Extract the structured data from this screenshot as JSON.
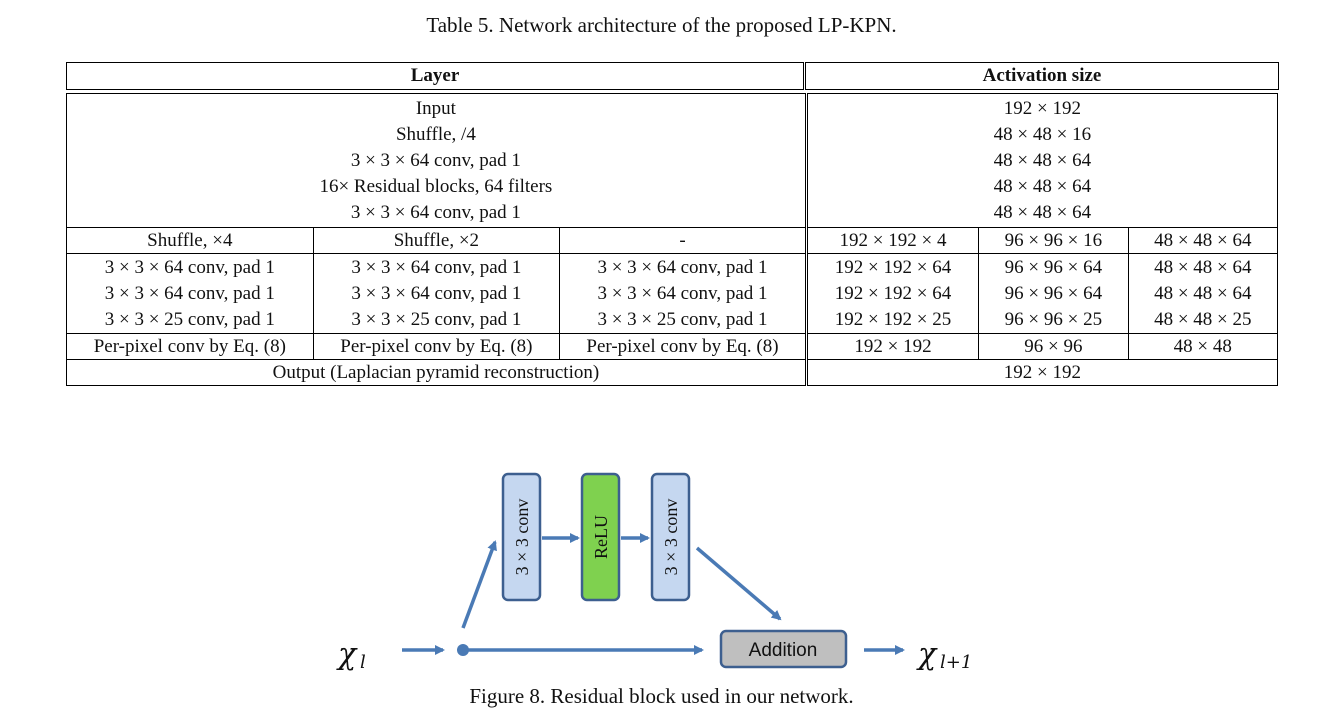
{
  "table": {
    "caption": "Table 5. Network architecture of the proposed LP-KPN.",
    "headers": {
      "layer": "Layer",
      "activation": "Activation size"
    },
    "shared_rows": [
      {
        "layer": "Input",
        "activation": "192 × 192"
      },
      {
        "layer": "Shuffle, /4",
        "activation": "48 × 48 × 16"
      },
      {
        "layer": "3 × 3 × 64 conv, pad 1",
        "activation": "48 × 48 × 64"
      },
      {
        "layer": "16× Residual blocks, 64 filters",
        "activation": "48 × 48 × 64"
      },
      {
        "layer": "3 × 3 × 64 conv, pad 1",
        "activation": "48 × 48 × 64"
      }
    ],
    "branch_shuffle": {
      "layers": [
        "Shuffle, ×4",
        "Shuffle, ×2",
        "-"
      ],
      "activations": [
        "192 × 192 × 4",
        "96 × 96 × 16",
        "48 × 48 × 64"
      ]
    },
    "branch_convs": {
      "layers": [
        [
          "3 × 3 × 64 conv, pad 1",
          "3 × 3 × 64 conv, pad 1",
          "3 × 3 × 25 conv, pad 1"
        ],
        [
          "3 × 3 × 64 conv, pad 1",
          "3 × 3 × 64 conv, pad 1",
          "3 × 3 × 25 conv, pad 1"
        ],
        [
          "3 × 3 × 64 conv, pad 1",
          "3 × 3 × 64 conv, pad 1",
          "3 × 3 × 25 conv, pad 1"
        ]
      ],
      "activations": [
        [
          "192 × 192 × 64",
          "192 × 192 × 64",
          "192 × 192 × 25"
        ],
        [
          "96 × 96 × 64",
          "96 × 96 × 64",
          "96 × 96 × 25"
        ],
        [
          "48 × 48 × 64",
          "48 × 48 × 64",
          "48 × 48 × 25"
        ]
      ]
    },
    "branch_perpixel": {
      "layers": [
        "Per-pixel conv by Eq. (8)",
        "Per-pixel conv by Eq. (8)",
        "Per-pixel conv by Eq. (8)"
      ],
      "activations": [
        "192 × 192",
        "96 × 96",
        "48 × 48"
      ]
    },
    "output_row": {
      "layer": "Output (Laplacian pyramid reconstruction)",
      "activation": "192 × 192"
    }
  },
  "figure": {
    "caption": "Figure 8. Residual block used in our network.",
    "conv1_label": "3 × 3 conv",
    "relu_label": "ReLU",
    "conv2_label": "3 × 3 conv",
    "addition_label": "Addition",
    "input_var": "χ",
    "input_sub": "l",
    "output_var": "χ",
    "output_sub": "l+1",
    "colors": {
      "conv_fill": "#c5d7f0",
      "relu_fill": "#7fd14f",
      "addition_fill": "#bfbfbf",
      "box_border": "#3d5f8f",
      "arrow": "#4a7ab5"
    }
  }
}
